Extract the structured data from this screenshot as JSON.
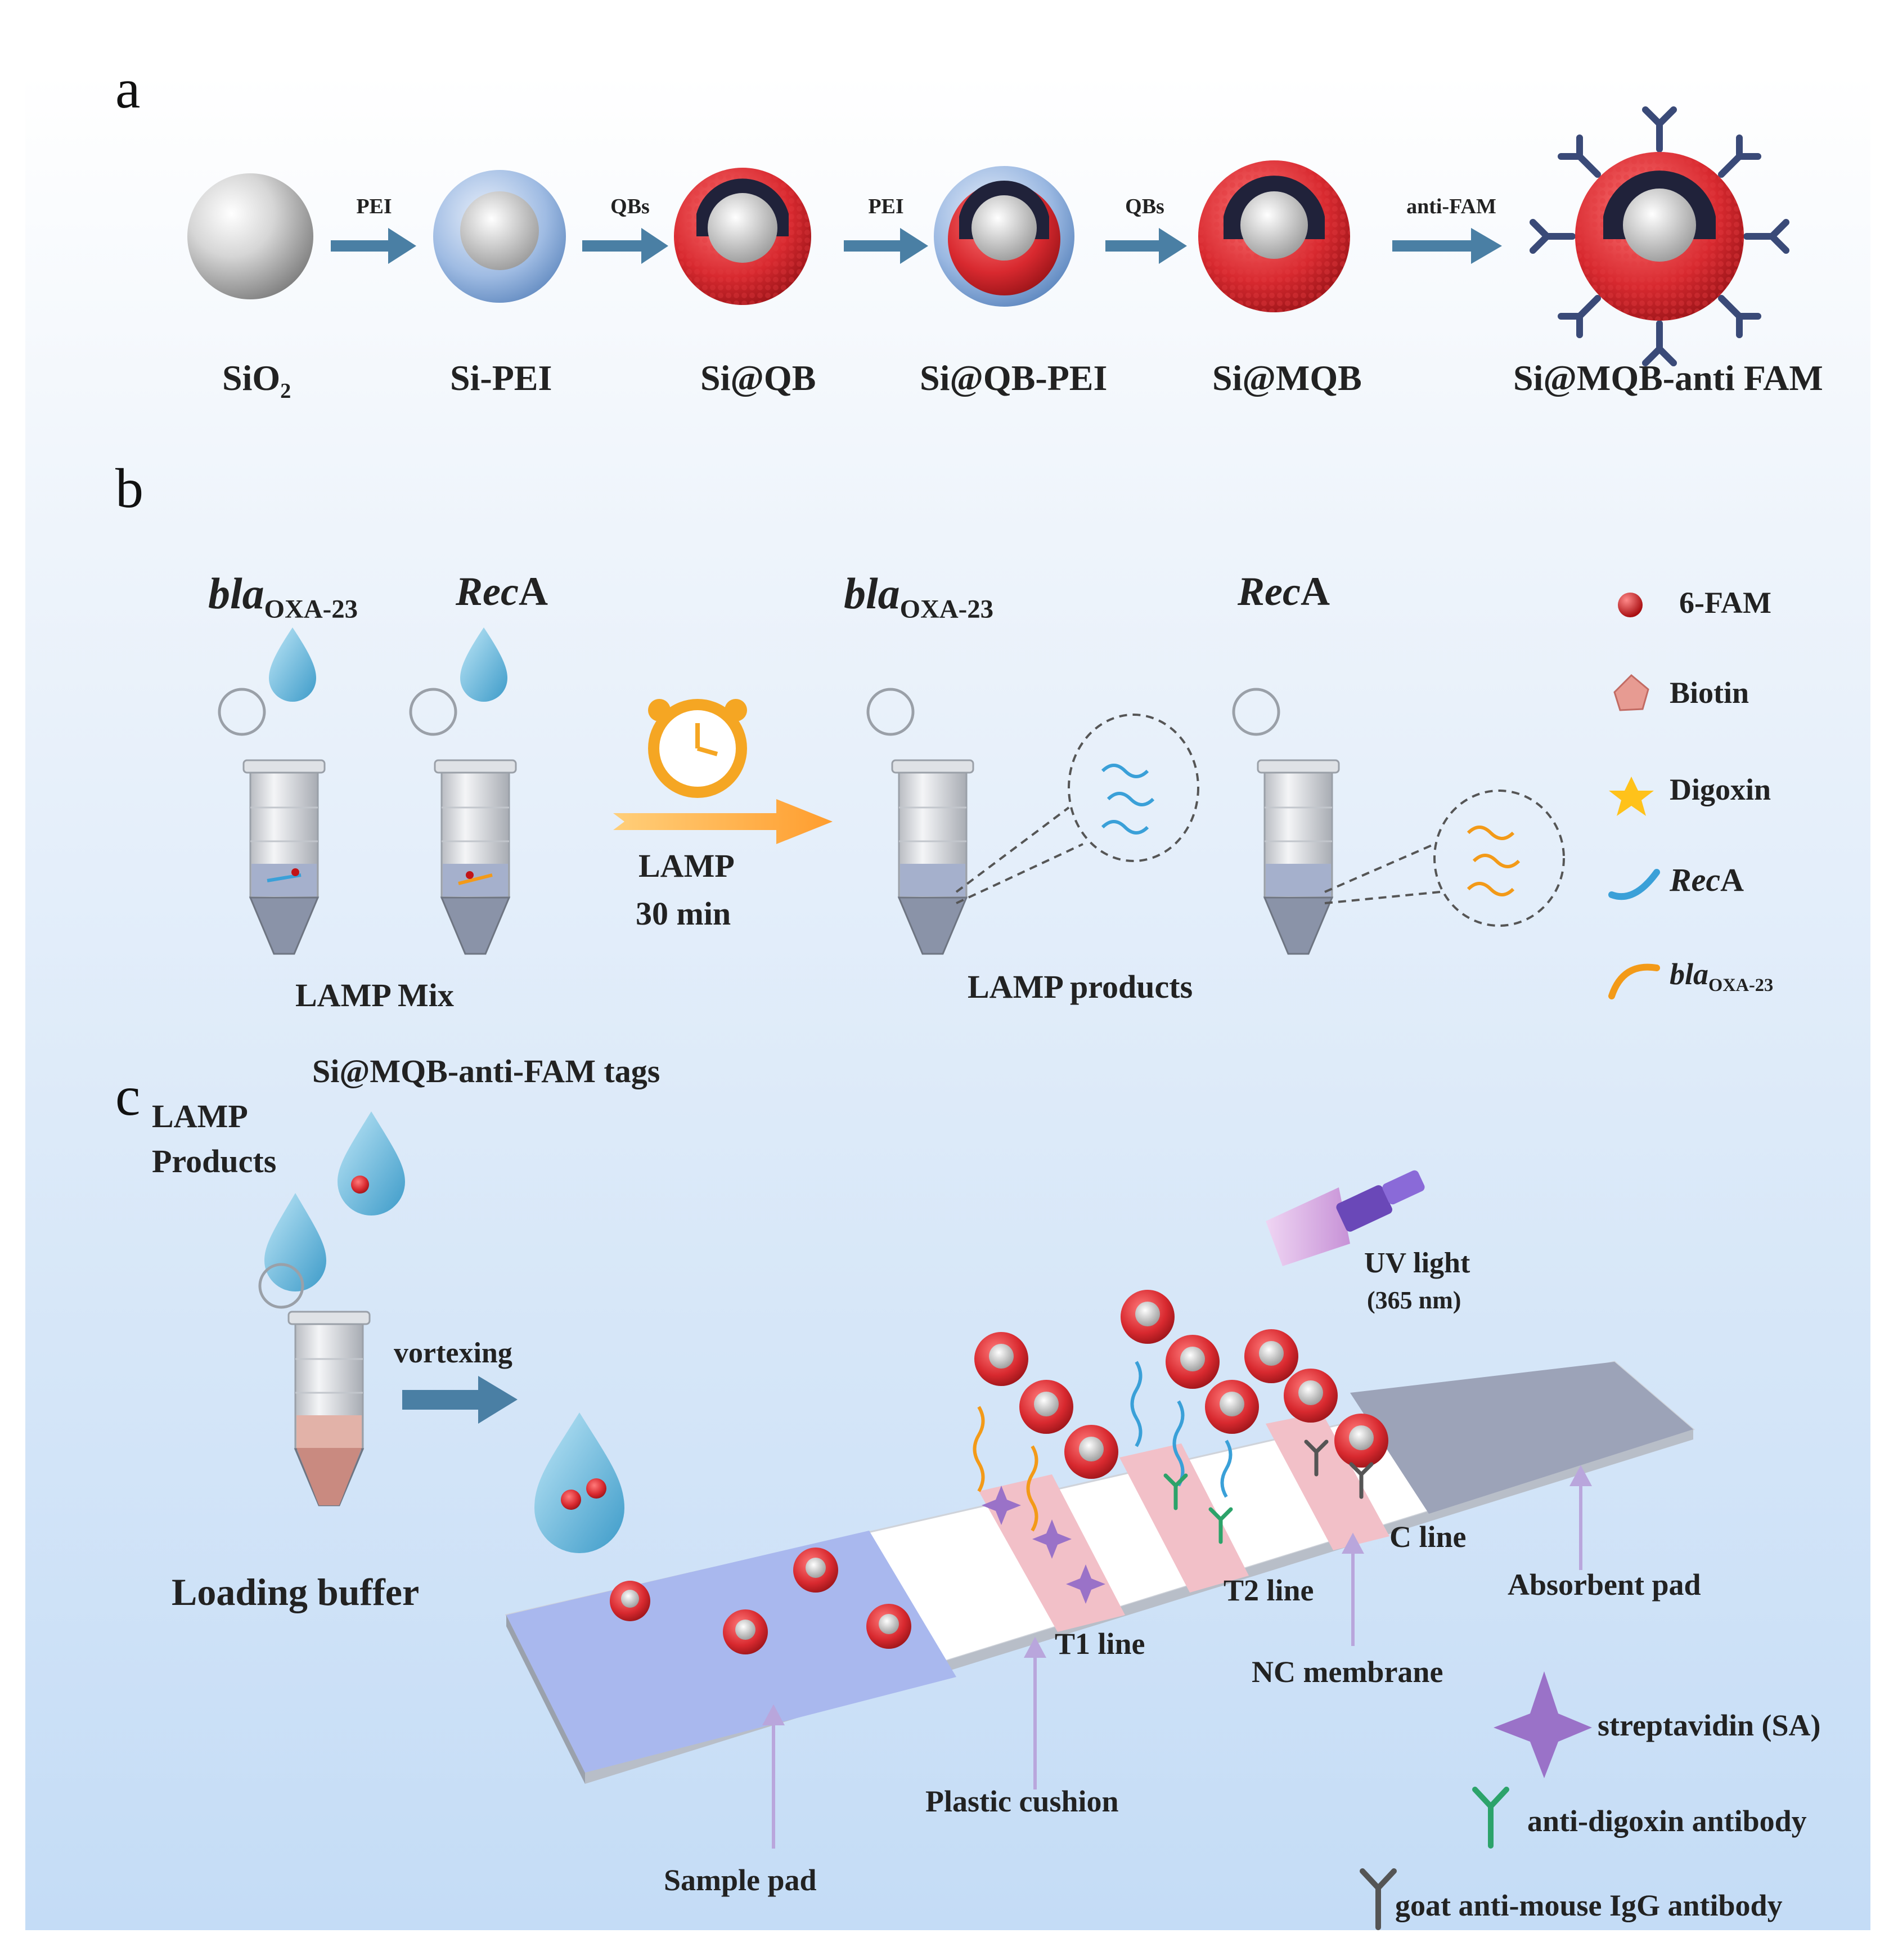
{
  "panels": {
    "a": "a",
    "b": "b",
    "c": "c"
  },
  "panel_a": {
    "stages": [
      "SiO",
      "Si-PEI",
      "Si@QB",
      "Si@QB-PEI",
      "Si@MQB",
      "Si@MQB-anti FAM"
    ],
    "sio2_sub": "2",
    "arrows": [
      "PEI",
      "QBs",
      "PEI",
      "QBs",
      "anti-FAM"
    ]
  },
  "panel_b": {
    "gene1_base": "bla",
    "gene1_sub": "OXA-23",
    "gene2": "RecA",
    "gene2_ital": "Rec",
    "gene2_rest": "A",
    "lamp": "LAMP",
    "lamp_time": "30 min",
    "lamp_mix": "LAMP Mix",
    "lamp_products": "LAMP products",
    "legend": {
      "fam": "6-FAM",
      "biotin": "Biotin",
      "digoxin": "Digoxin",
      "reca_ital": "Rec",
      "reca_rest": "A",
      "bla_base": "bla",
      "bla_sub": "OXA-23"
    }
  },
  "panel_c": {
    "tags": "Si@MQB-anti-FAM tags",
    "lamp_products_1": "LAMP",
    "lamp_products_2": "Products",
    "vortexing": "vortexing",
    "loading_buffer": "Loading buffer",
    "uv_light": "UV light",
    "uv_nm": "(365 nm)",
    "c_line": "C line",
    "t2_line": "T2 line",
    "t1_line": "T1 line",
    "absorbent_pad": "Absorbent pad",
    "nc_membrane": "NC membrane",
    "plastic_cushion": "Plastic cushion",
    "sample_pad": "Sample pad",
    "legend": {
      "sa": "streptavidin (SA)",
      "anti_dig": "anti-digoxin antibody",
      "goat": "goat anti-mouse IgG antibody"
    }
  },
  "colors": {
    "background_top": "#ffffff",
    "background_bottom": "#c4dcf6",
    "arrow": "#4a7fa4",
    "qb_red": "#d8292f",
    "silica": "#cfcfcf",
    "pei_blue": "#5c8fcf",
    "lamp_arrow": "#ffb040",
    "strip_line_pink": "#f2c0c8",
    "sample_pad": "#a9b8ee",
    "absorbent_pad": "#9ca3b8",
    "sa_purple": "#9a72c8",
    "anti_dig_green": "#2ca36a",
    "goat_gray": "#555555",
    "uv_purple": "#6a48b8"
  }
}
